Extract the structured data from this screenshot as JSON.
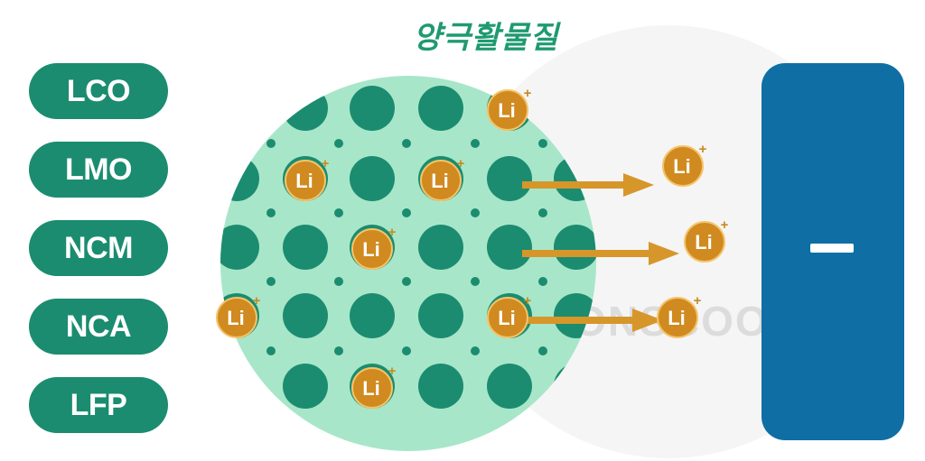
{
  "title": "양극활물질",
  "materials": [
    "LCO",
    "LMO",
    "NCM",
    "NCA",
    "LFP"
  ],
  "ion": {
    "label": "Li",
    "charge": "+"
  },
  "electrode": {
    "sign": "−"
  },
  "colors": {
    "title": "#1f9a70",
    "pill": "#1b8c6f",
    "lattice_bg": "#a8e6c9",
    "atom": "#1b8c6f",
    "ion": "#d08a1f",
    "arrow": "#d7962a",
    "electrode": "#0f6fa5"
  },
  "watermark": "CONSCOOP"
}
